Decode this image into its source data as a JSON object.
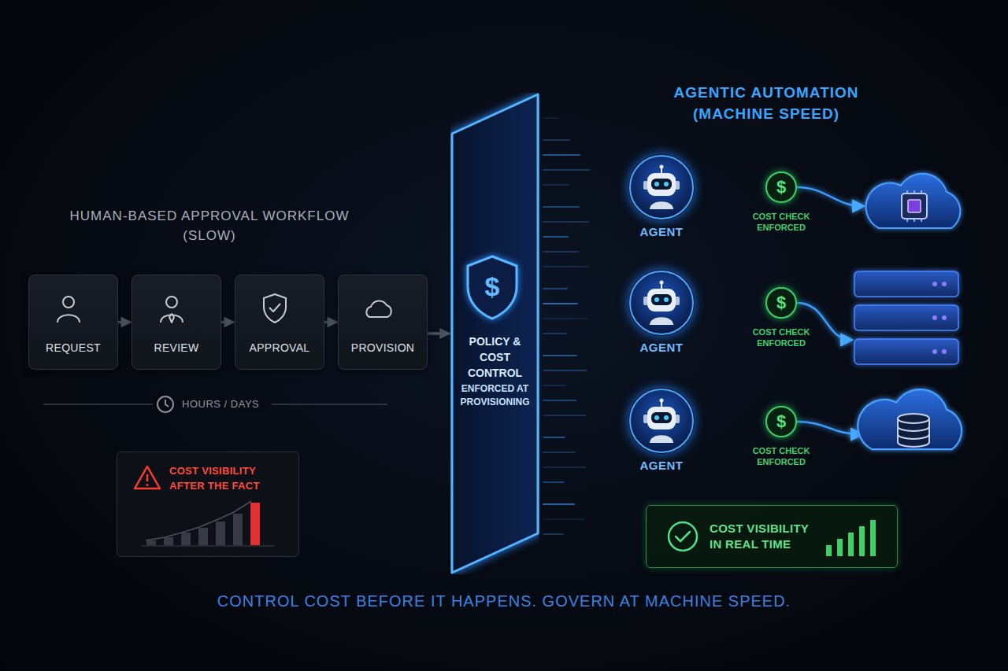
{
  "diagram": {
    "caption": "CONTROL COST BEFORE IT HAPPENS. GOVERN AT MACHINE SPEED.",
    "nodes": [
      {
        "text": [
          "REQUEST"
        ]
      },
      {
        "text": [
          "REVIEW"
        ]
      },
      {
        "text": [
          "APPROVAL"
        ]
      },
      {
        "text": [
          "PROVISION"
        ]
      },
      {
        "text": [
          "$",
          "POLICY & COST CONTROL",
          "ENFORCED AT PROVISIONING"
        ]
      },
      {
        "text": [
          "AGENT"
        ]
      },
      {
        "text": [
          "$",
          "COST CHECK ENFORCED"
        ]
      },
      {
        "text": [
          "AGENT"
        ]
      },
      {
        "text": [
          "$",
          "COST CHECK ENFORCED"
        ]
      },
      {
        "text": [
          "AGENT"
        ]
      },
      {
        "text": [
          "$",
          "COST CHECK ENFORCED"
        ]
      },
      {
        "text": [
          "COST VISIBILITY AFTER THE FACT"
        ]
      },
      {
        "text": [
          "COST VISIBILITY IN REAL TIME"
        ]
      }
    ],
    "edges": [
      {
        "from": 0,
        "to": 1,
        "arrow": "to"
      },
      {
        "from": 1,
        "to": 2,
        "arrow": "to"
      },
      {
        "from": 2,
        "to": 3,
        "arrow": "to"
      },
      {
        "from": 3,
        "to": 4,
        "arrow": "to"
      },
      {
        "from": 4,
        "to": 5,
        "arrow": "to"
      },
      {
        "from": 4,
        "to": 7,
        "arrow": "to"
      },
      {
        "from": 4,
        "to": 9,
        "arrow": "to"
      },
      {
        "from": 5,
        "to": 6,
        "arrow": "to"
      },
      {
        "from": 7,
        "to": 8,
        "arrow": "to"
      },
      {
        "from": 9,
        "to": 10,
        "arrow": "to"
      }
    ],
    "labels": [
      "HUMAN-BASED APPROVAL WORKFLOW (SLOW)",
      "HOURS / DAYS",
      "AGENTIC AUTOMATION (MACHINE SPEED)"
    ]
  }
}
